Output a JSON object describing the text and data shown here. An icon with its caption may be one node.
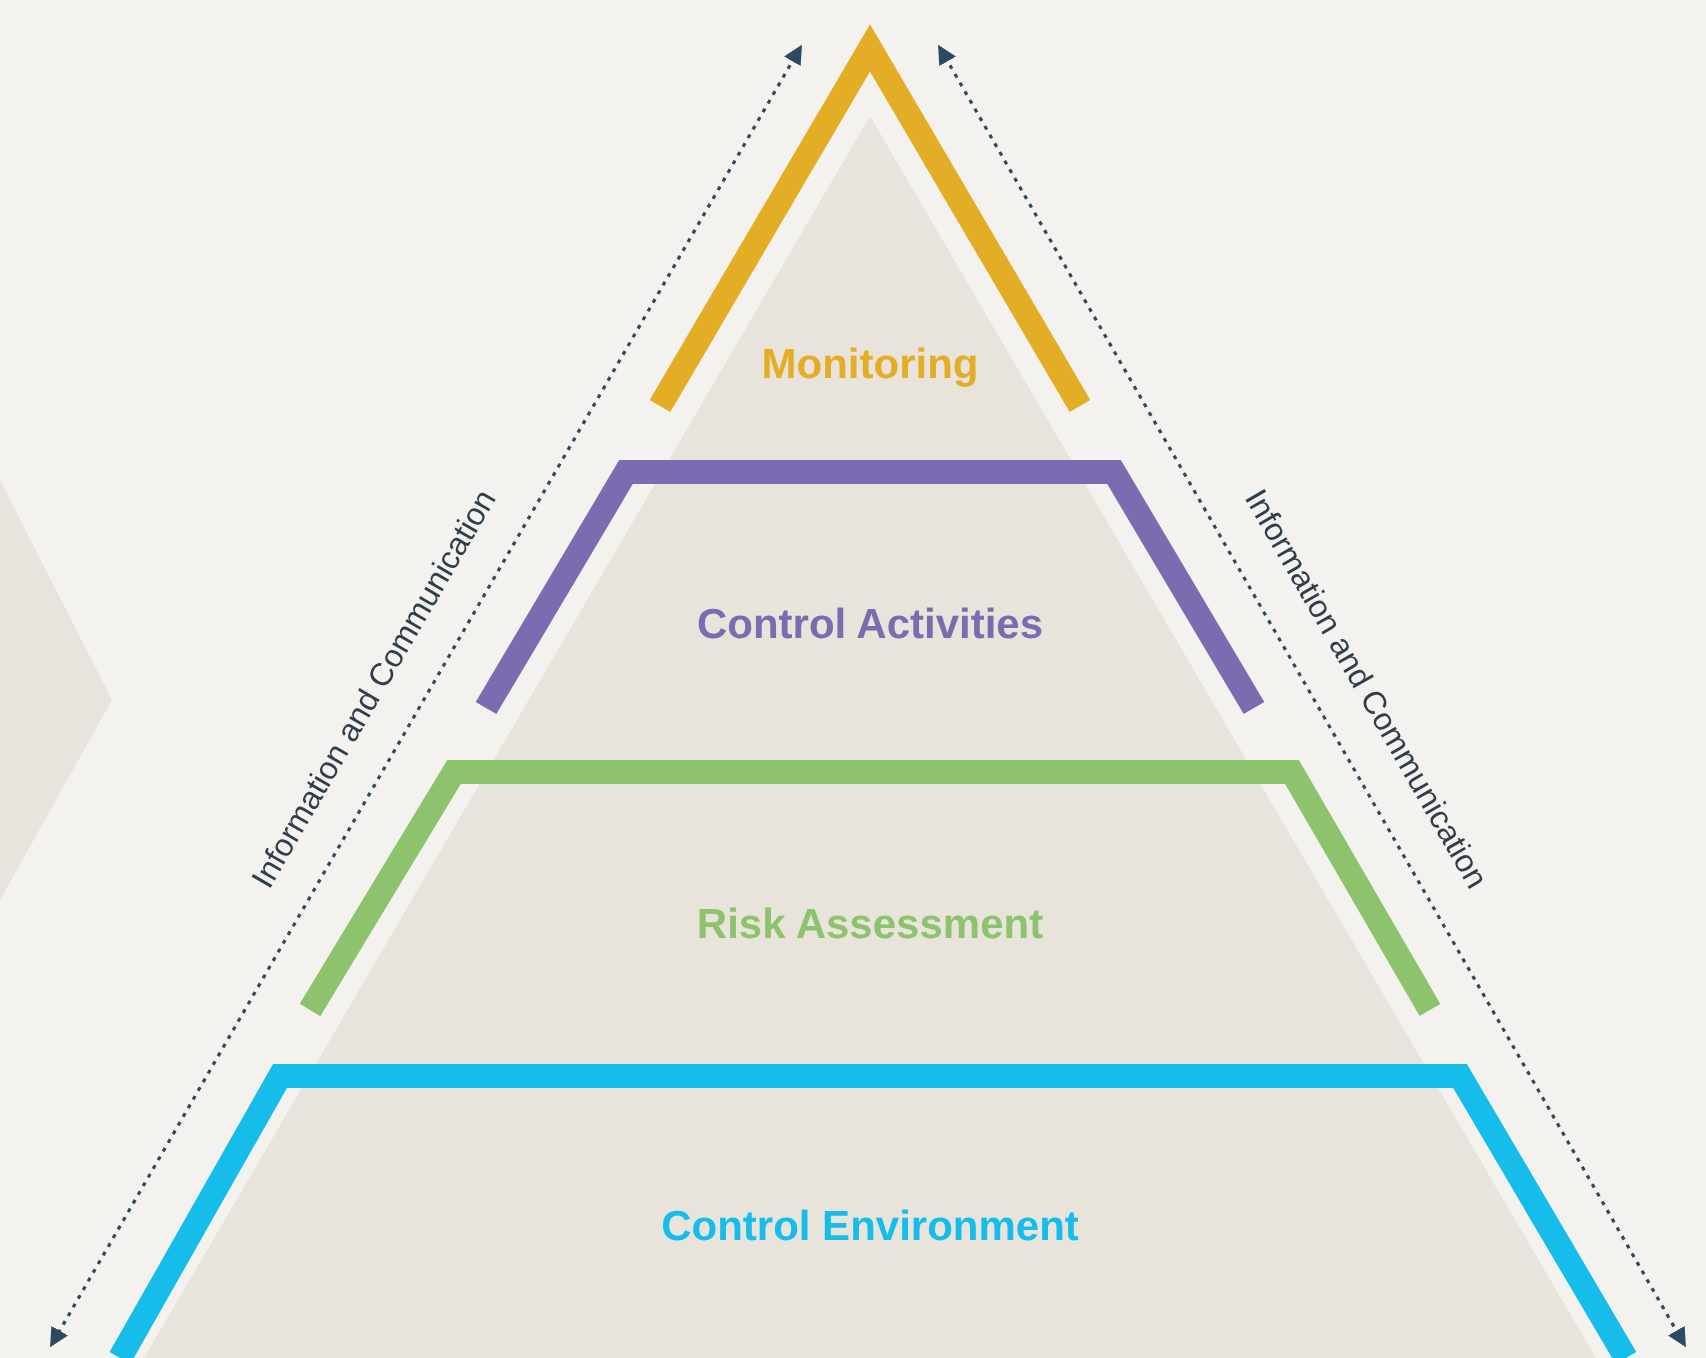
{
  "diagram": {
    "nodes": [
      {
        "text": [
          "Monitoring"
        ]
      },
      {
        "text": [
          "Control Activities"
        ]
      },
      {
        "text": [
          "Risk Assessment"
        ]
      },
      {
        "text": [
          "Control Environment"
        ]
      },
      {
        "text": [],
        "shape": "chevron"
      }
    ],
    "labels": [
      "Information and Communication",
      "Information and Communication"
    ]
  }
}
